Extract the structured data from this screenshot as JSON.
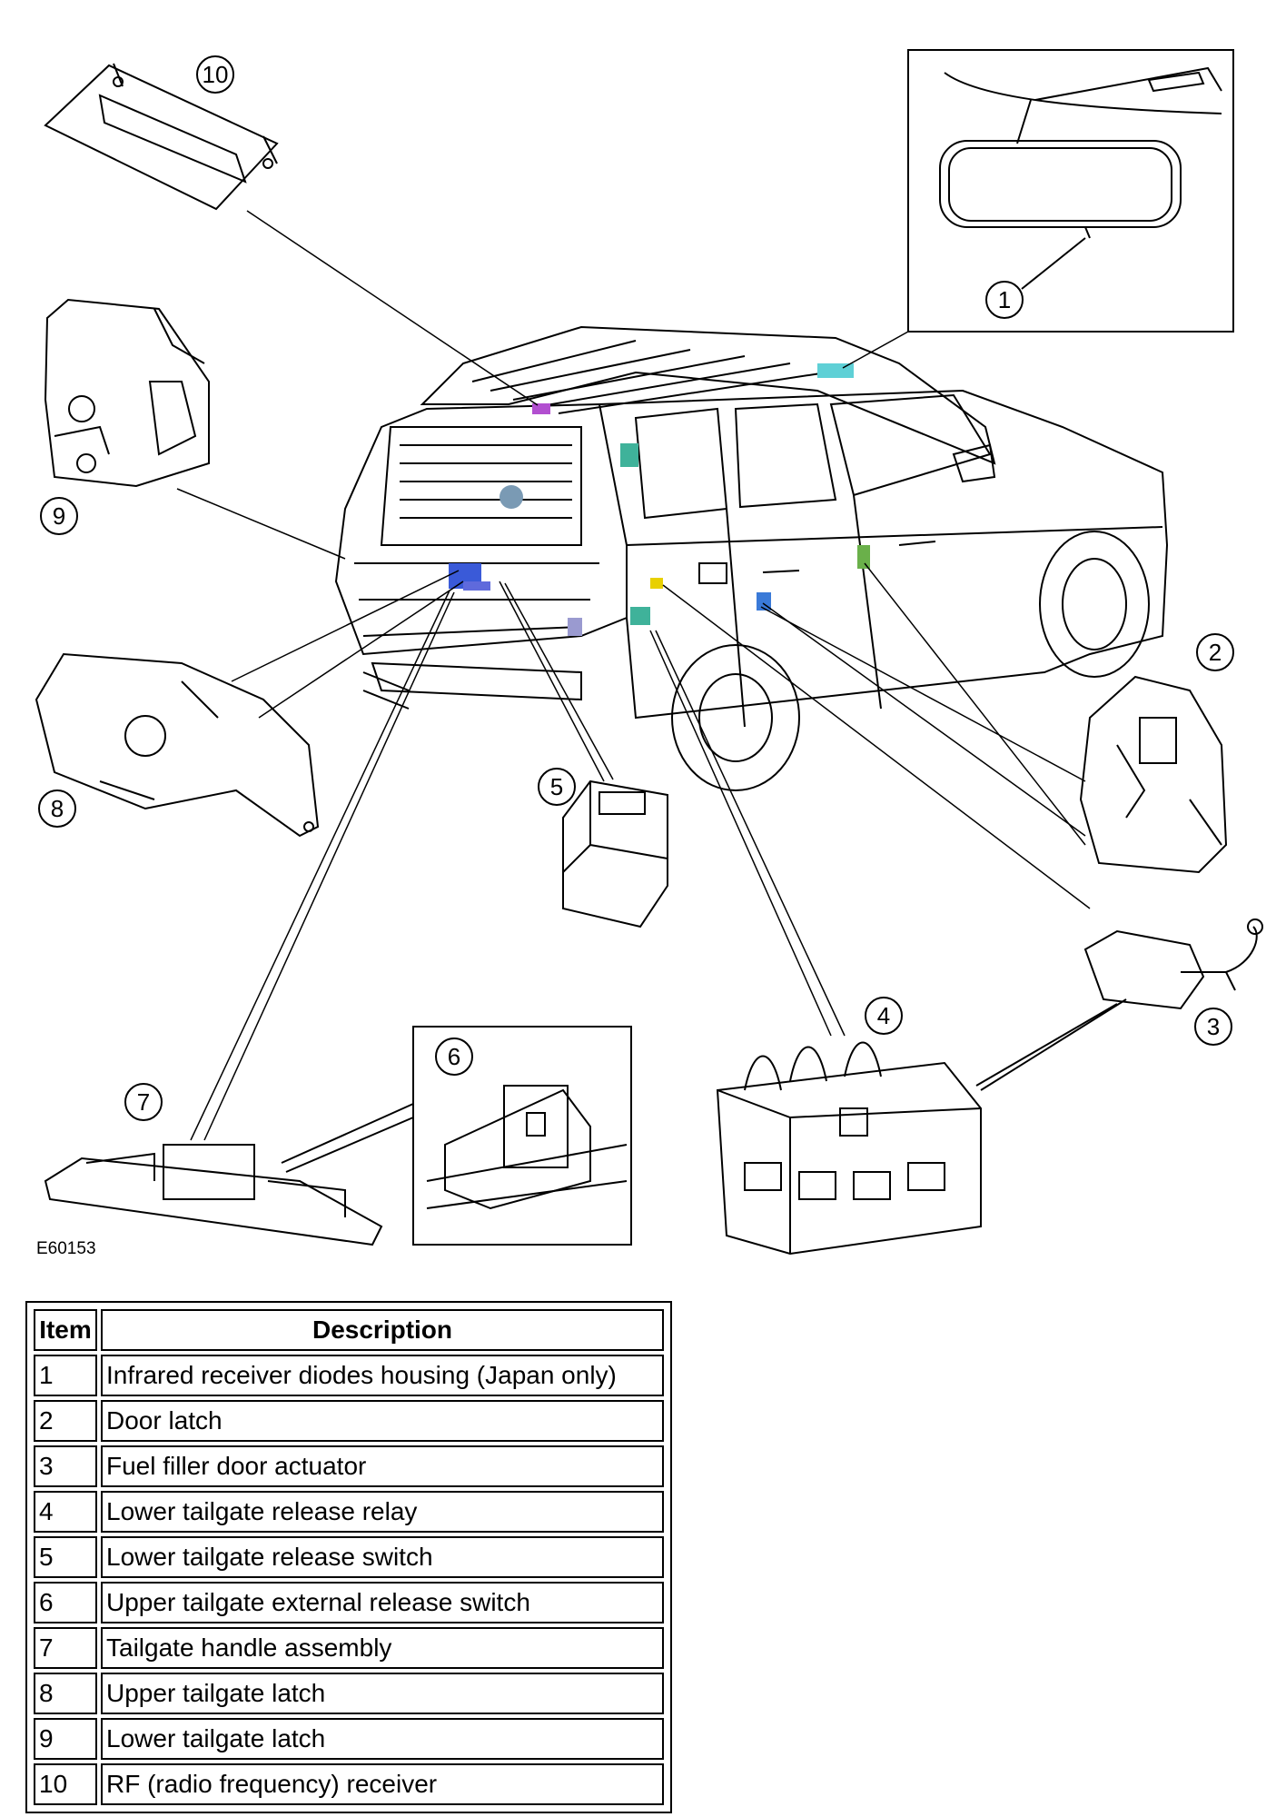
{
  "figure": {
    "code": "E60153",
    "callouts": [
      "1",
      "2",
      "3",
      "4",
      "5",
      "6",
      "7",
      "8",
      "9",
      "10"
    ]
  },
  "table": {
    "headers": {
      "item": "Item",
      "description": "Description"
    },
    "rows": [
      {
        "item": "1",
        "description": "Infrared receiver diodes housing (Japan only)"
      },
      {
        "item": "2",
        "description": "Door latch"
      },
      {
        "item": "3",
        "description": "Fuel filler door actuator"
      },
      {
        "item": "4",
        "description": "Lower tailgate release relay"
      },
      {
        "item": "5",
        "description": "Lower tailgate release switch"
      },
      {
        "item": "6",
        "description": "Upper tailgate external release switch"
      },
      {
        "item": "7",
        "description": "Tailgate handle assembly"
      },
      {
        "item": "8",
        "description": "Upper tailgate latch"
      },
      {
        "item": "9",
        "description": "Lower tailgate latch"
      },
      {
        "item": "10",
        "description": "RF (radio frequency) receiver"
      }
    ]
  },
  "colors": {
    "line": "#000000",
    "highlight_cyan": "#5fd0d6",
    "highlight_teal": "#3fb29a",
    "highlight_purple": "#b24fd0",
    "highlight_blue": "#3a5ad8",
    "highlight_yellow": "#e8d000",
    "highlight_green": "#6ab04a"
  }
}
